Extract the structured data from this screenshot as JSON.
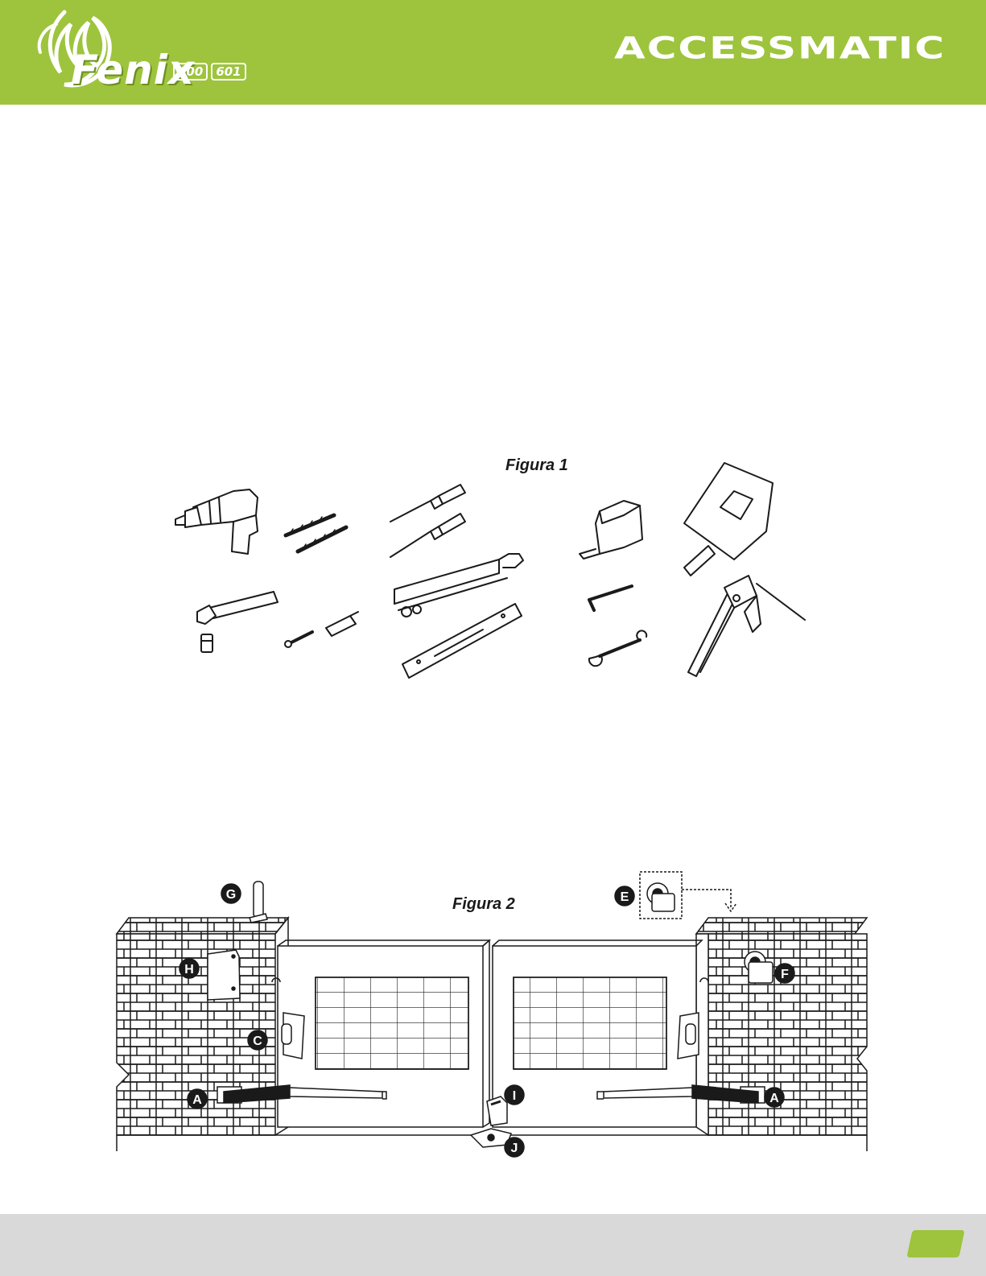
{
  "header": {
    "brand_left": "Fenix",
    "models": [
      "600",
      "601"
    ],
    "brand_right": "ACCESSMATIC",
    "accent_color": "#9dc43c"
  },
  "figure1": {
    "caption": "Figura 1",
    "tools": [
      "drill-icon",
      "drill-bits-icon",
      "screwdrivers-icon",
      "tape-measure-icon",
      "welding-mask-icon",
      "ratchet-icon",
      "screw-and-anchor-icon",
      "hacksaw-icon",
      "level-icon",
      "allen-key-icon",
      "wrench-icon",
      "welding-clamp-icon"
    ]
  },
  "figure2": {
    "caption": "Figura 2",
    "labels": {
      "A_left": "A",
      "A_right": "A",
      "C": "C",
      "E": "E",
      "F": "F",
      "G": "G",
      "H": "H",
      "I": "I",
      "J": "J"
    }
  },
  "footer": {
    "color": "#d9d9d9"
  }
}
